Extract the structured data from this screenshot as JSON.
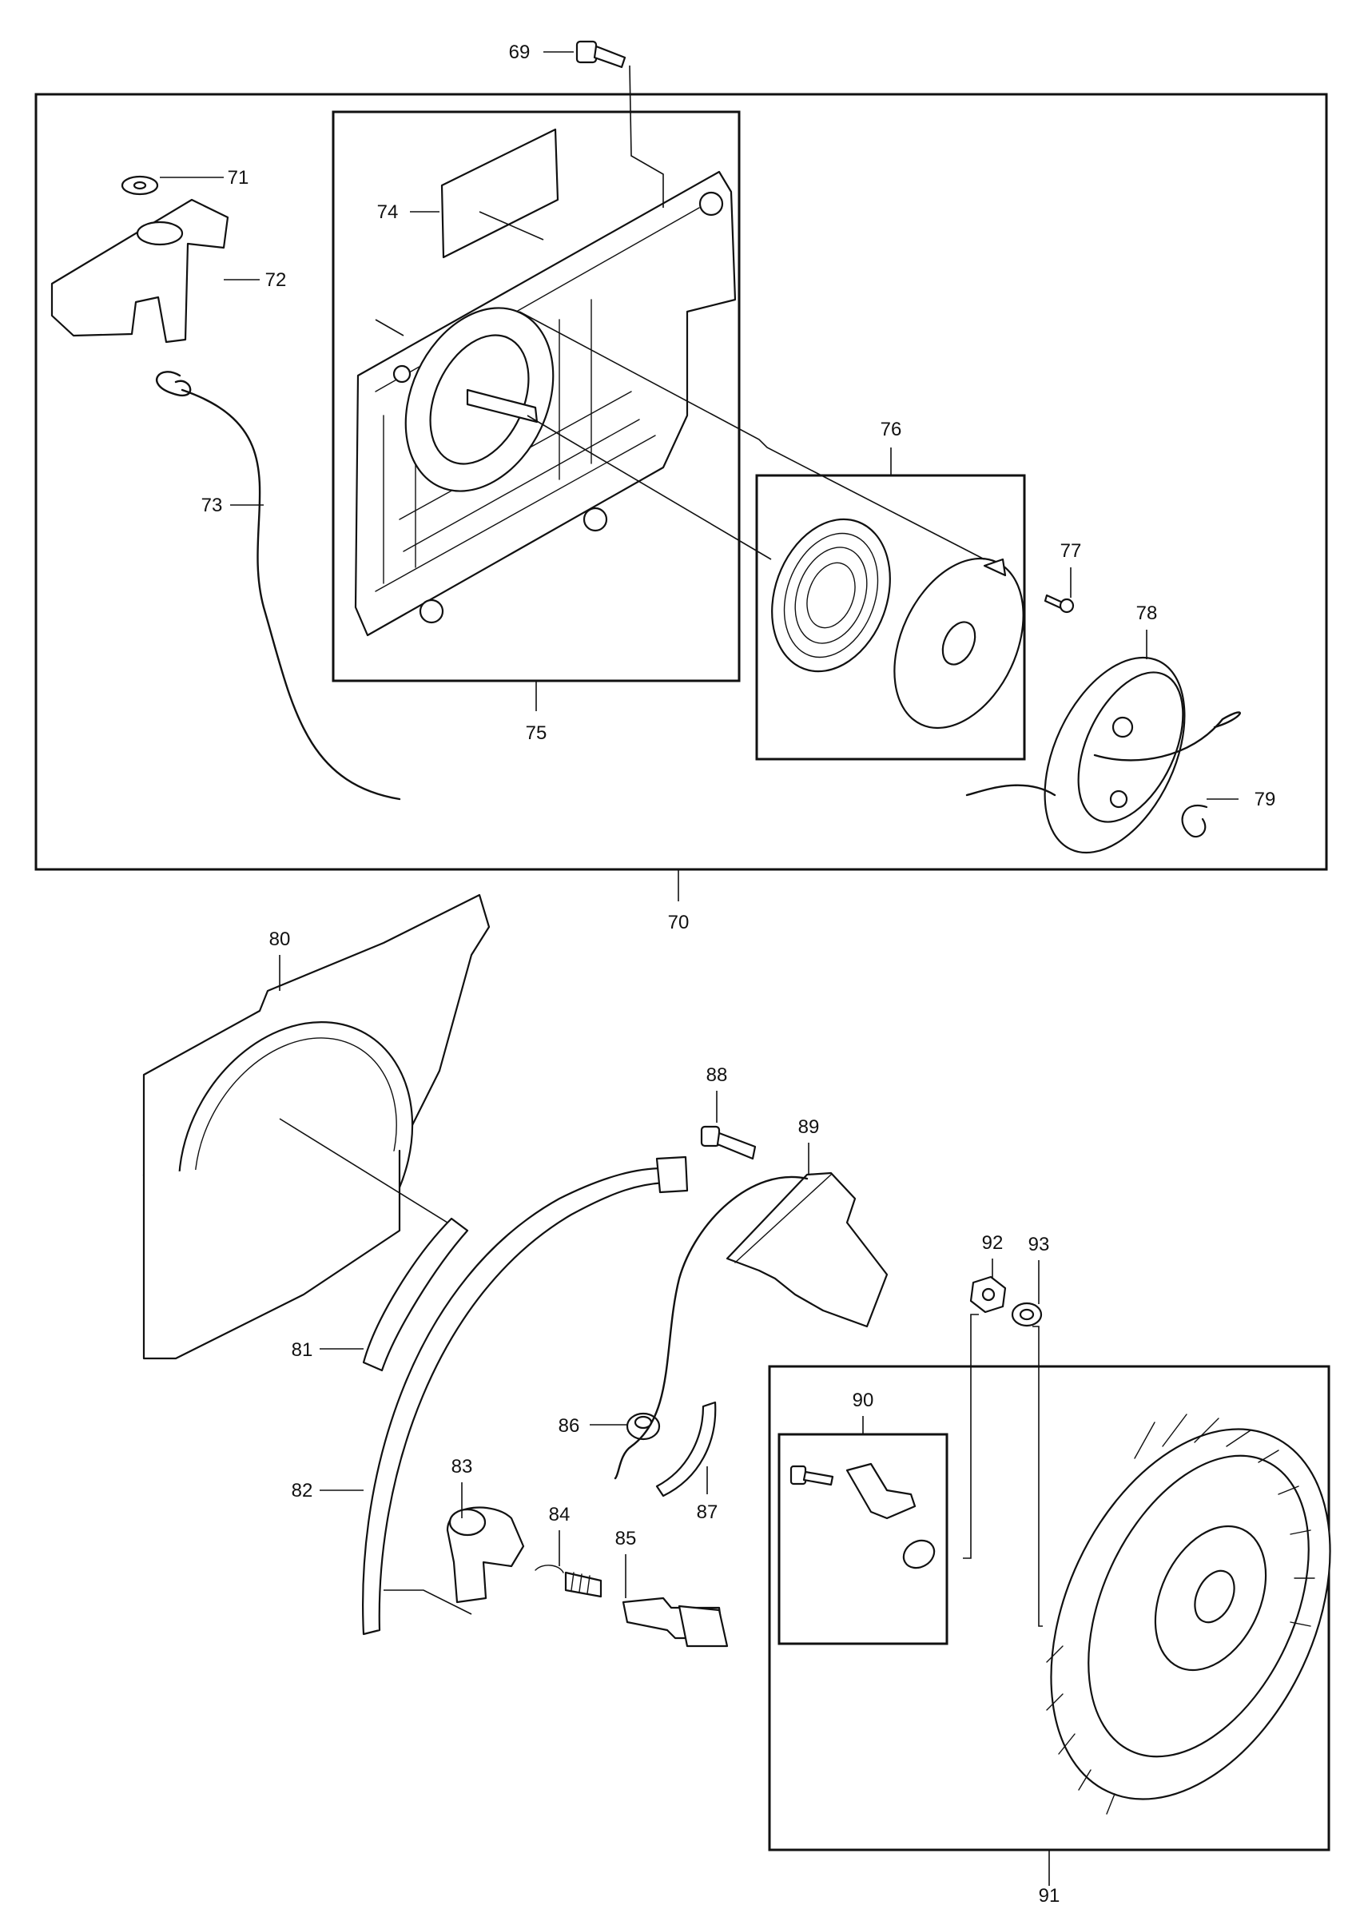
{
  "diagram": {
    "part_numbers": {
      "p69": "69",
      "p70": "70",
      "p71": "71",
      "p72": "72",
      "p73": "73",
      "p74": "74",
      "p75": "75",
      "p76": "76",
      "p77": "77",
      "p78": "78",
      "p79": "79",
      "p80": "80",
      "p81": "81",
      "p82": "82",
      "p83": "83",
      "p84": "84",
      "p85": "85",
      "p86": "86",
      "p87": "87",
      "p88": "88",
      "p89": "89",
      "p90": "90",
      "p91": "91",
      "p92": "92",
      "p93": "93"
    }
  }
}
